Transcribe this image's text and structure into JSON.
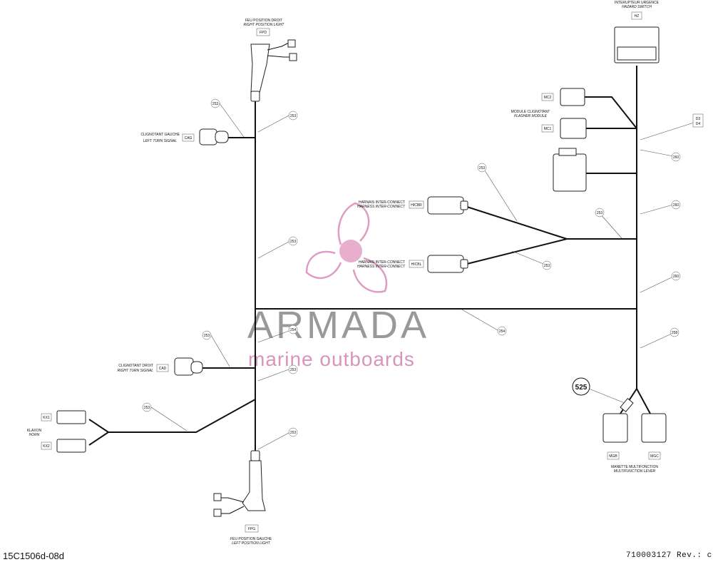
{
  "diagram": {
    "top_left": {
      "fr": "FEU POSITION DROIT",
      "en": "RIGHT POSITION LIGHT",
      "tag": "FPD"
    },
    "turn_left": {
      "fr": "CLIGNOTANT GAUCHE",
      "en": "LEFT TURN SIGNAL",
      "tag": "CAG"
    },
    "turn_right": {
      "fr": "CLIGNOTANT DROIT",
      "en": "RIGHT TURN SIGNAL",
      "tag": "CAD"
    },
    "horn": {
      "fr": "KLAXON",
      "en": "HORN",
      "tags": [
        "KX1",
        "KX2"
      ]
    },
    "left_pos": {
      "fr": "FEU POSITION GAUCHE",
      "en": "LEFT POSITION LIGHT",
      "tag": "FPG"
    },
    "hazard": {
      "fr": "INTERUPTEUR URGENCE",
      "en": "HAZARD SWITCH",
      "tag": "HZ"
    },
    "flasher": {
      "fr": "MODULE CLIGNOTANT",
      "en": "FLASHER MODULE",
      "tags": [
        "MC2",
        "MC1"
      ]
    },
    "diodes": [
      "D3",
      "D4"
    ],
    "harness_top": {
      "fr": "HARNAIS INTER-CONNECT",
      "en": "HARNESS INTER-CONNECT",
      "tag": "HICBR"
    },
    "harness_bottom": {
      "fr": "HARNAIS INTER-CONNECT",
      "en": "HARNESS INTER-CONNECT",
      "tag": "HICBL"
    },
    "multifunction": {
      "fr": "MANETTE MULTIFONCTION",
      "en": "MULTIFUNCTION LEVER",
      "tags": [
        "MGB",
        "MGC"
      ]
    },
    "fuse_ref": "525",
    "refs": {
      "r253a": "253",
      "r253b": "253",
      "r253c": "253",
      "r253d": "253",
      "r253e": "253",
      "r253f": "253",
      "r253g": "253",
      "r253h": "253",
      "r253i": "253",
      "r253j": "253",
      "r254a": "254",
      "r254b": "254",
      "r260a": "260",
      "r260b": "260",
      "r260c": "260",
      "r258": "258"
    }
  },
  "watermark": {
    "brand": "ARMADA",
    "tagline": "marine outboards"
  },
  "footer": {
    "left": "15C1506d-08d",
    "right": "710003127 Rev.: c"
  }
}
